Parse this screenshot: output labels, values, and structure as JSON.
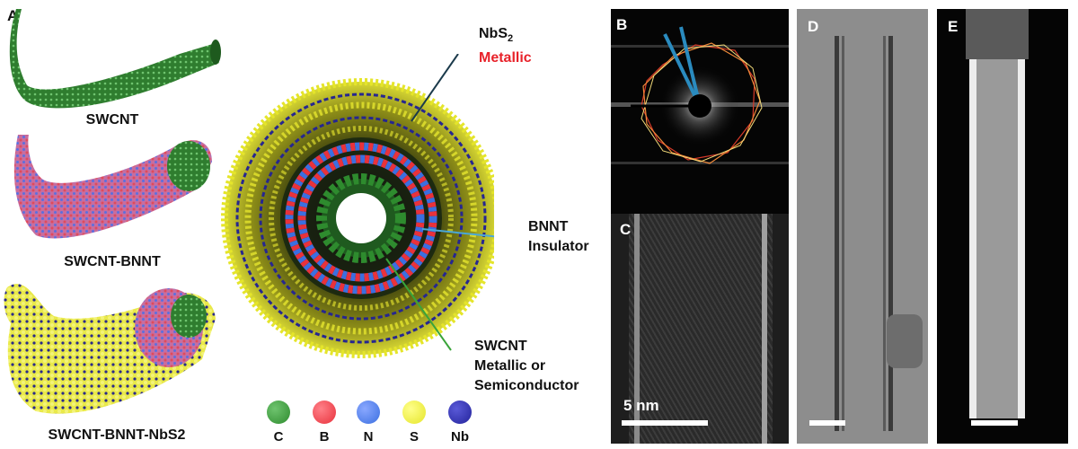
{
  "panel_a": {
    "letter": "A",
    "tubes": [
      {
        "label": "SWCNT"
      },
      {
        "label": "SWCNT-BNNT"
      },
      {
        "label": "SWCNT-BNNT-NbS2"
      }
    ]
  },
  "cross_section": {
    "callouts": {
      "nbs2_formula": "NbS",
      "nbs2_sub": "2",
      "nbs2_property": "Metallic",
      "bnnt_name": "BNNT",
      "bnnt_property": "Insulator",
      "swcnt_name": "SWCNT",
      "swcnt_property_1": "Metallic or",
      "swcnt_property_2": "Semiconductor"
    },
    "legend": [
      {
        "symbol": "C",
        "color": "#2e8b2e"
      },
      {
        "symbol": "B",
        "color": "#e8323c"
      },
      {
        "symbol": "N",
        "color": "#3b6fe0"
      },
      {
        "symbol": "S",
        "color": "#e5e52a"
      },
      {
        "symbol": "Nb",
        "color": "#23239b"
      }
    ],
    "colors": {
      "nbs2_line": "#1b3a4b",
      "bnnt_line": "#4aa8d8",
      "swcnt_line": "#3aa43a",
      "metallic_text": "#e8222a"
    }
  },
  "panels": {
    "b": {
      "letter": "B"
    },
    "c": {
      "letter": "C",
      "scale_label": "5 nm"
    },
    "d": {
      "letter": "D"
    },
    "e": {
      "letter": "E"
    }
  }
}
